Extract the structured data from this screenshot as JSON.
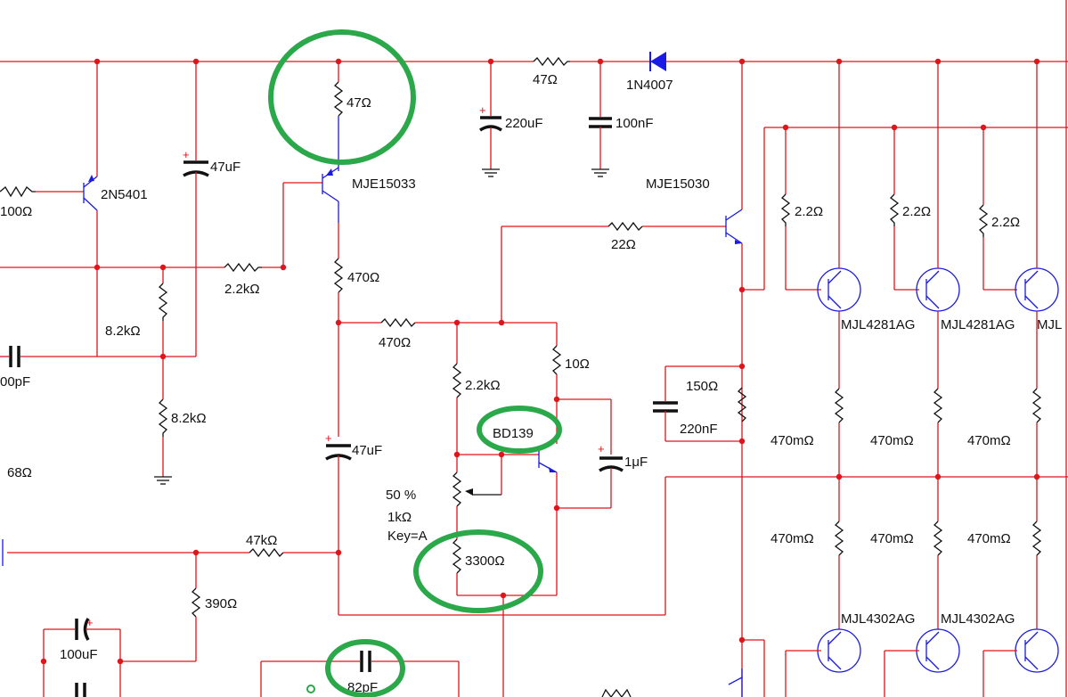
{
  "diagram": {
    "labels": {
      "r_47_top": "47Ω",
      "r_47_mid": "47Ω",
      "d_1n4007": "1N4007",
      "c_220uf": "220uF",
      "c_100nf": "100nF",
      "c_47uf_top": "47uF",
      "q_2n5401": "2N5401",
      "r_100": "100Ω",
      "q_mje15033": "MJE15033",
      "q_mje15030": "MJE15030",
      "r_22": "22Ω",
      "r_22k_top": "2.2kΩ",
      "r_470_vert": "470Ω",
      "r_470_horiz": "470Ω",
      "r_82k_a": "8.2kΩ",
      "r_82k_b": "8.2kΩ",
      "c_100pf": "00pF",
      "r_68": "68Ω",
      "r_22k_mid": "2.2kΩ",
      "r_10": "10Ω",
      "q_bd139": "BD139",
      "c_1uf": "1μF",
      "r_150": "150Ω",
      "c_220nf": "220nF",
      "c_47uf_mid": "47uF",
      "pot_pct": "50  %",
      "pot_val": "1kΩ",
      "pot_key": "Key=A",
      "r_3300": "3300Ω",
      "r_47k": "47kΩ",
      "r_390": "390Ω",
      "c_100uf": "100uF",
      "c_82pf": "82pF",
      "r_22_a": "2.2Ω",
      "r_22_b": "2.2Ω",
      "r_22_c": "2.2Ω",
      "q_mjl4281_a": "MJL4281AG",
      "q_mjl4281_b": "MJL4281AG",
      "q_mjl4281_c": "MJL",
      "r_470m_a": "470mΩ",
      "r_470m_b": "470mΩ",
      "r_470m_c": "470mΩ",
      "r_470m_d": "470mΩ",
      "r_470m_e": "470mΩ",
      "r_470m_f": "470mΩ",
      "q_mjl4302_a": "MJL4302AG",
      "q_mjl4302_b": "MJL4302AG",
      "plus_sign": "+"
    }
  }
}
